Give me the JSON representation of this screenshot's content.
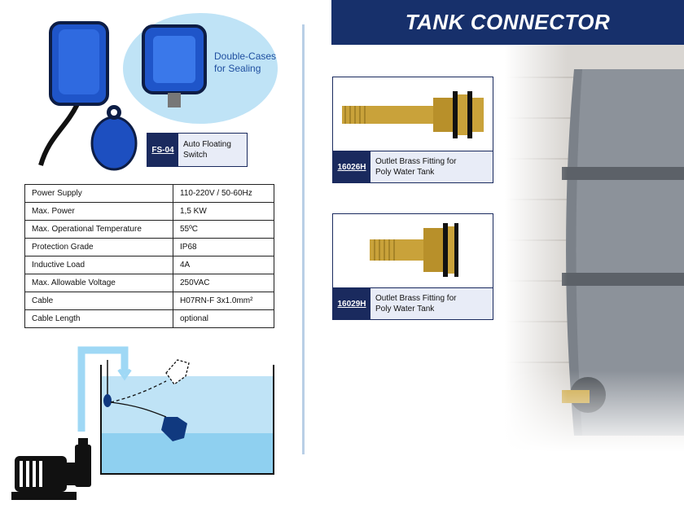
{
  "page": {
    "title": "TANK CONNECTOR"
  },
  "float_switch": {
    "bubble_label_line1": "Double-Cases",
    "bubble_label_line2": "for Sealing",
    "code": "FS-04",
    "name_line1": "Auto Floating",
    "name_line2": "Switch",
    "colors": {
      "body": "#1f55c9",
      "dark": "#10172d"
    }
  },
  "specs": {
    "rows": [
      {
        "label": "Power Supply",
        "value": "110-220V  / 50-60Hz"
      },
      {
        "label": "Max. Power",
        "value": "1,5 KW"
      },
      {
        "label": "Max. Operational   Temperature",
        "value": "55ºC"
      },
      {
        "label": "Protection  Grade",
        "value": "IP68"
      },
      {
        "label": "Inductive  Load",
        "value": "4A"
      },
      {
        "label": "Max. Allowable Voltage",
        "value": "250VAC"
      },
      {
        "label": "Cable",
        "value": "H07RN-F  3x1.0mm²"
      },
      {
        "label": "Cable Length",
        "value": "optional"
      }
    ]
  },
  "products": [
    {
      "code": "16026H",
      "desc_line1": "Outlet  Brass Fitting  for",
      "desc_line2": "Poly Water Tank"
    },
    {
      "code": "16029H",
      "desc_line1": "Outlet  Brass Fitting  for",
      "desc_line2": "Poly Water Tank"
    }
  ],
  "colors": {
    "navy": "#17306b",
    "water": "#bfe3f6",
    "brass": "#c9a23a",
    "divider": "#b9cfe6"
  }
}
